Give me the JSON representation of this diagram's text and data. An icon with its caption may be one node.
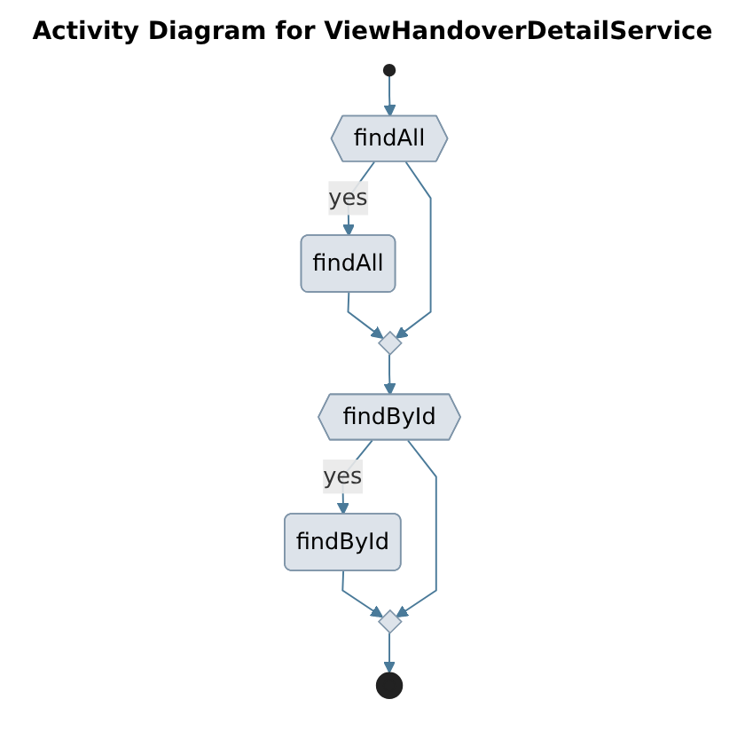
{
  "diagram": {
    "title": "Activity Diagram for ViewHandoverDetailService",
    "nodes": [
      {
        "text": [],
        "shape": "circle"
      },
      {
        "text": [
          "findAll"
        ]
      },
      {
        "text": [
          "findAll"
        ]
      },
      {
        "text": [],
        "shape": "diamond"
      },
      {
        "text": [
          "findById"
        ]
      },
      {
        "text": [
          "findById"
        ]
      },
      {
        "text": [],
        "shape": "diamond"
      },
      {
        "text": [],
        "shape": "circle"
      }
    ],
    "edges": [
      {
        "from": 0,
        "to": 1,
        "arrow": "to"
      },
      {
        "from": 1,
        "to": 2,
        "arrow": "to",
        "label": "yes"
      },
      {
        "from": 2,
        "to": 3,
        "arrow": "to"
      },
      {
        "from": 1,
        "to": 3,
        "arrow": "to"
      },
      {
        "from": 3,
        "to": 4,
        "arrow": "to"
      },
      {
        "from": 4,
        "to": 5,
        "arrow": "to",
        "label": "yes"
      },
      {
        "from": 5,
        "to": 6,
        "arrow": "to"
      },
      {
        "from": 4,
        "to": 6,
        "arrow": "to"
      },
      {
        "from": 6,
        "to": 7,
        "arrow": "to"
      }
    ]
  }
}
